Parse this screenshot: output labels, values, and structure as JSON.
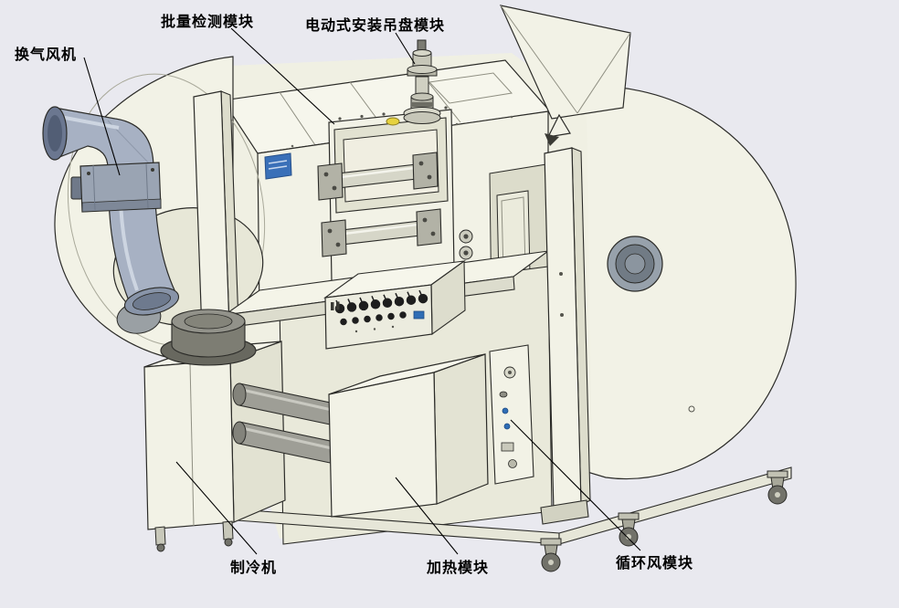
{
  "figure": {
    "type": "technical-illustration",
    "description": "CAD-style exploded view of a batch test chamber with labeled modules"
  },
  "colors": {
    "background": "#e9e9ef",
    "machine_body": "#f2f2e6",
    "outline": "#2b2b28",
    "pipe_blue_gray": "#a7b1c3",
    "accent_blue": "#2f6db5",
    "label_text": "#000000"
  },
  "labels": [
    {
      "id": "ventilation-fan",
      "text": "换气风机"
    },
    {
      "id": "batch-inspection-module",
      "text": "批量检测模块"
    },
    {
      "id": "electric-mounting-plate-module",
      "text": "电动式安装吊盘模块"
    },
    {
      "id": "chiller-unit",
      "text": "制冷机"
    },
    {
      "id": "heating-module",
      "text": "加热模块"
    },
    {
      "id": "circulating-air-module",
      "text": "循环风模块"
    }
  ]
}
